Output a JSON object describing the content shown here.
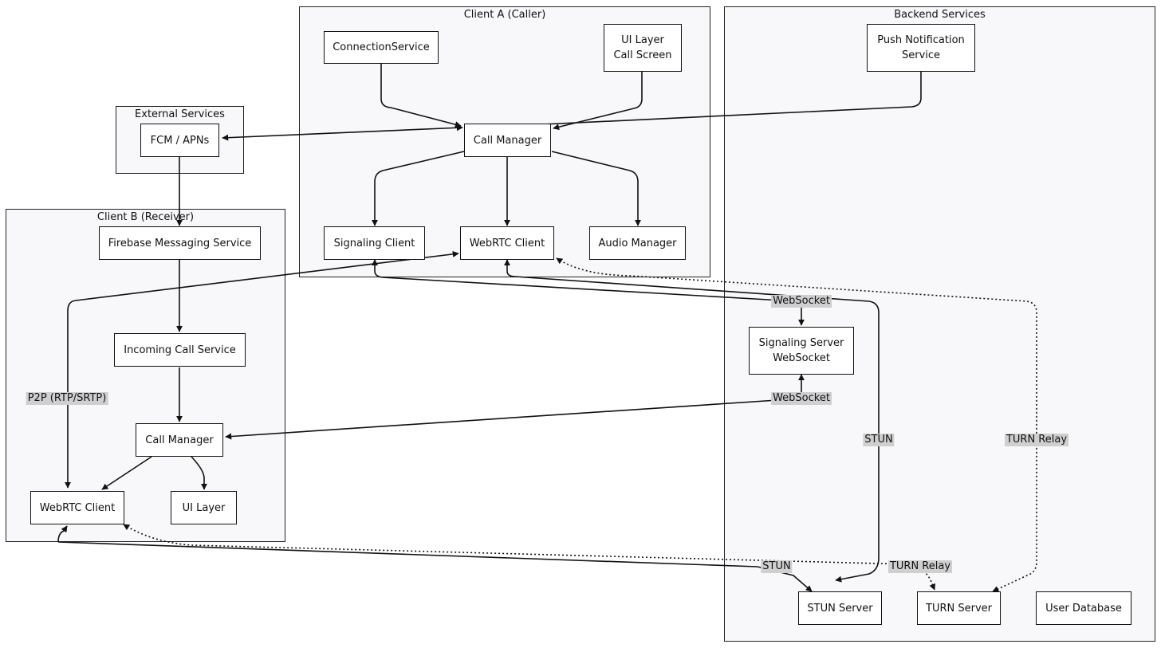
{
  "clusters": {
    "client_a": "Client A (Caller)",
    "backend": "Backend Services",
    "external": "External Services",
    "client_b": "Client B (Receiver)"
  },
  "nodes": {
    "connection_service": "ConnectionService",
    "ui_layer_call_screen": "UI Layer\nCall Screen",
    "call_manager_a": "Call Manager",
    "signaling_client": "Signaling Client",
    "webrtc_client_a": "WebRTC Client",
    "audio_manager": "Audio Manager",
    "push_notification_service": "Push Notification\nService",
    "signaling_server": "Signaling Server\nWebSocket",
    "stun_server": "STUN Server",
    "turn_server": "TURN Server",
    "user_database": "User Database",
    "fcm_apns": "FCM / APNs",
    "firebase_messaging_service": "Firebase Messaging Service",
    "incoming_call_service": "Incoming Call Service",
    "call_manager_b": "Call Manager",
    "webrtc_client_b": "WebRTC Client",
    "ui_layer_b": "UI Layer"
  },
  "edge_labels": {
    "websocket_a": "WebSocket",
    "websocket_b": "WebSocket",
    "stun_a": "STUN",
    "turn_relay_a": "TURN Relay",
    "p2p": "P2P (RTP/SRTP)",
    "stun_b": "STUN",
    "turn_relay_b": "TURN Relay"
  },
  "colors": {
    "cluster_fill": "#f8f8fb",
    "edge": "#111111",
    "label_bg": "#cfcfcf"
  }
}
